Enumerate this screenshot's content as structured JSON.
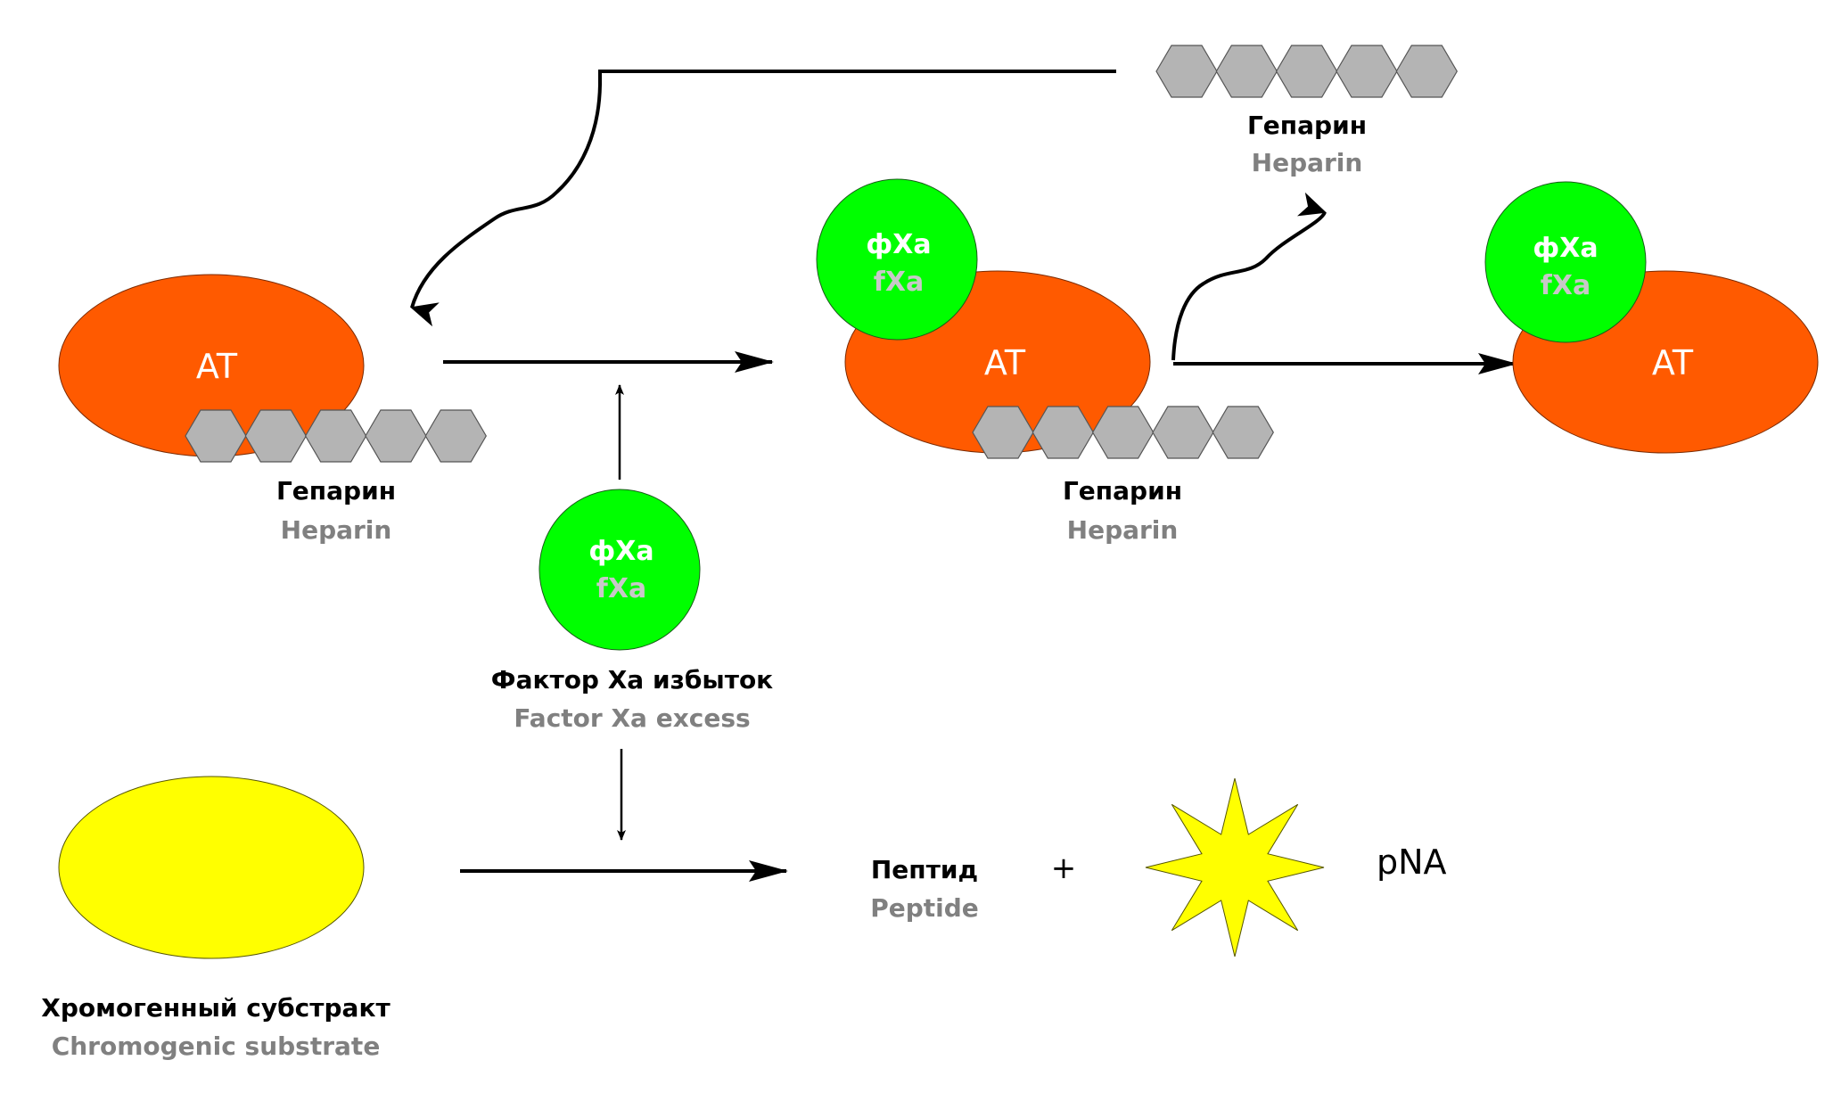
{
  "colors": {
    "antithrombin": "#ff5a00",
    "factor_xa": "#00ff00",
    "heparin": "#b4b4b4",
    "substrate": "#ffff00",
    "pna_star": "#ffff00",
    "label_primary": "#000000",
    "label_secondary": "#808080"
  },
  "molecules": {
    "antithrombin": {
      "label": "AT"
    },
    "factor_xa": {
      "label_ru": "фXa",
      "label_en": "fXa"
    }
  },
  "labels": {
    "heparin_free": {
      "ru": "Гепарин",
      "en": "Heparin"
    },
    "heparin_left": {
      "ru": "Гепарин",
      "en": "Heparin"
    },
    "heparin_middle": {
      "ru": "Гепарин",
      "en": "Heparin"
    },
    "factor_xa_excess": {
      "ru": "Фактор Xa избыток",
      "en": "Factor Xa excess"
    },
    "chromogenic_substrate": {
      "ru": "Хромогенный субстракт",
      "en": "Chromogenic substrate"
    },
    "peptide": {
      "ru": "Пептид",
      "en": "Peptide"
    },
    "plus": "+",
    "pna": "pNA"
  },
  "heparin_units": 5
}
